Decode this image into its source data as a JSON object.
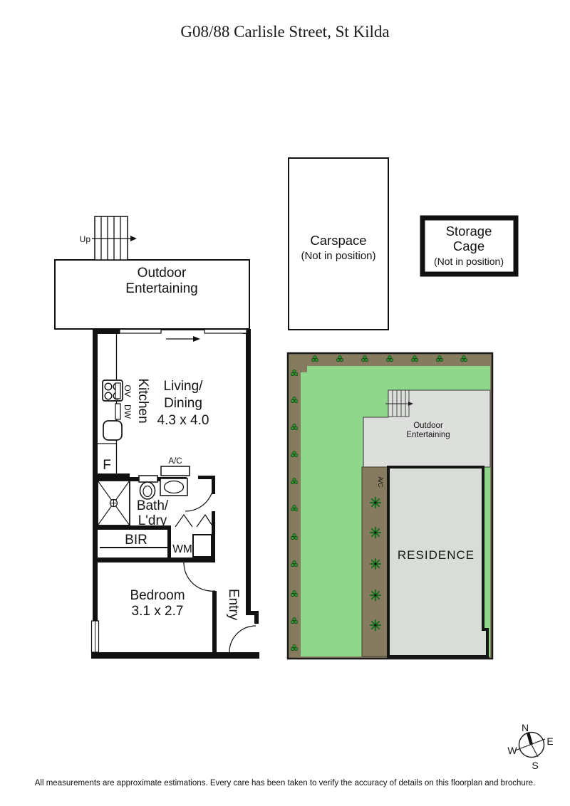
{
  "title": "G08/88 Carlisle Street, St Kilda",
  "floorplan": {
    "up_label": "Up",
    "outdoor": {
      "line1": "Outdoor",
      "line2": "Entertaining"
    },
    "kitchen_label": "Kitchen",
    "oven_label": "OV",
    "dishwasher_label": "DW",
    "fridge_label": "F",
    "living": {
      "line1": "Living/",
      "line2": "Dining",
      "dims": "4.3 x 4.0"
    },
    "ac_label": "A/C",
    "bath": {
      "line1": "Bath/",
      "line2": "L'dry"
    },
    "bir_label": "BIR",
    "wm_label": "WM",
    "bedroom": {
      "line1": "Bedroom",
      "dims": "3.1 x 2.7"
    },
    "entry_label": "Entry"
  },
  "carspace": {
    "name": "Carspace",
    "note": "(Not in position)"
  },
  "storage_cage": {
    "line1": "Storage",
    "line2": "Cage",
    "note": "(Not in position)"
  },
  "site": {
    "outdoor": {
      "line1": "Outdoor",
      "line2": "Entertaining"
    },
    "ac_label": "A/C",
    "residence_label": "RESIDENCE"
  },
  "compass": {
    "north": "N",
    "east": "E",
    "south": "S",
    "west": "W"
  },
  "disclaimer": "All measurements are approximate estimations. Every care has been taken to verify the accuracy of details on this floorplan and brochure.",
  "colors": {
    "wall": "#111111",
    "lawn_green": "#8fd88b",
    "garden_brown": "#867b5f",
    "paving_gray": "#dcdfdb",
    "residence_gray": "#d8ded7",
    "plant_green": "#1d6e22",
    "clover_green": "#35942f"
  }
}
